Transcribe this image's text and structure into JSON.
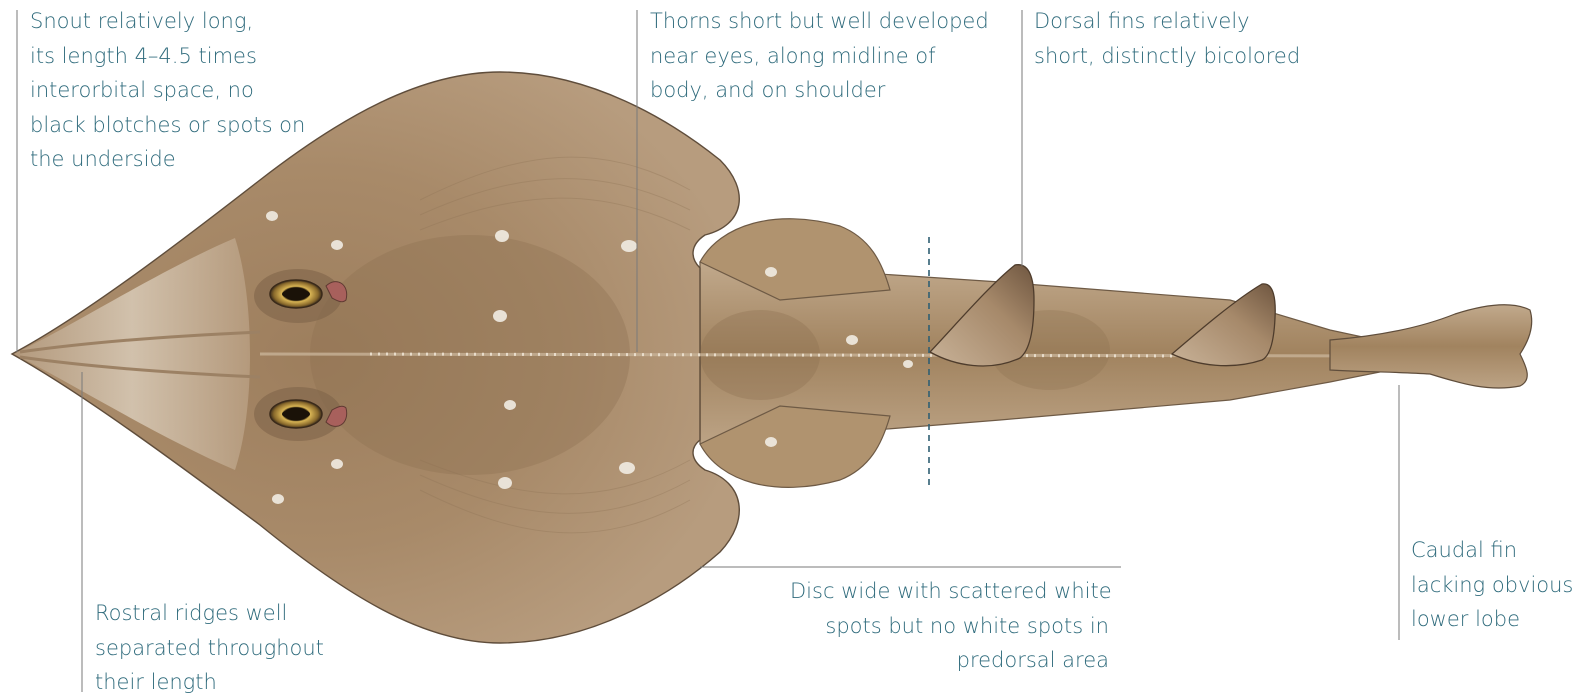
{
  "colors": {
    "text": "#2f6b7c",
    "leader_line": "#7a7a7a",
    "dashed_line": "#2f5f73",
    "body_dark": "#8e7254",
    "body_mid": "#a88a69",
    "body_light": "#c7b59e",
    "white_spot": "#f1ece3"
  },
  "annotations": {
    "snout": {
      "lines": [
        "Snout relatively long,",
        "its length 4–4.5 times",
        "interorbital space, no",
        "black blotches or spots on",
        "the underside"
      ]
    },
    "thorns": {
      "lines": [
        "Thorns short but well developed",
        "near eyes, along midline of",
        "body, and on shoulder"
      ]
    },
    "dorsal": {
      "lines": [
        "Dorsal fins relatively",
        "short, distinctly bicolored"
      ]
    },
    "rostral": {
      "lines": [
        "Rostral ridges well",
        "separated throughout",
        "their length"
      ]
    },
    "disc": {
      "lines": [
        "Disc wide with scattered white",
        "spots but no white spots in",
        "predorsal area"
      ]
    },
    "caudal": {
      "lines": [
        "Caudal fin",
        "lacking obvious",
        "lower lobe"
      ]
    }
  }
}
